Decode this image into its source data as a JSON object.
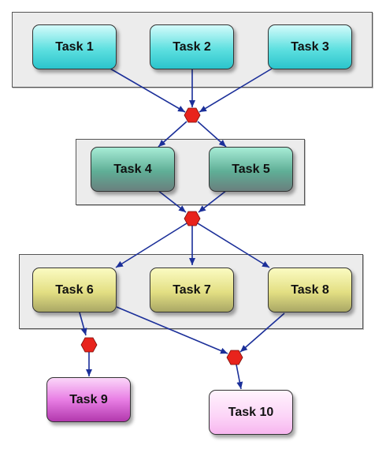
{
  "tasks": {
    "t1": "Task 1",
    "t2": "Task 2",
    "t3": "Task 3",
    "t4": "Task 4",
    "t5": "Task 5",
    "t6": "Task 6",
    "t7": "Task 7",
    "t8": "Task 8",
    "t9": "Task 9",
    "t10": "Task 10"
  },
  "colors": {
    "arrow": "#1b2f99",
    "sync_marker": "#e8231c",
    "group_background": "#ececec"
  },
  "icons": {
    "sync": "red-hexagon"
  }
}
